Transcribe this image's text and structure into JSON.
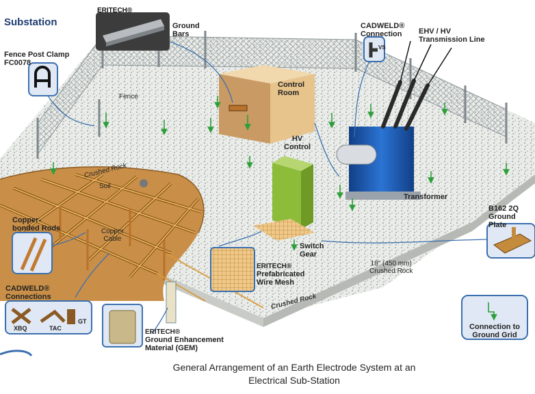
{
  "title": "Substation",
  "caption": {
    "line1": "General Arrangement of an Earth Electrode System at an",
    "line2": "Electrical  Sub-Station"
  },
  "labels": {
    "fence_post_clamp": "Fence Post Clamp",
    "fence_post_clamp_code": "FC0078",
    "eritech_bars": "ERITECH®",
    "ground_bars": "Ground",
    "ground_bars_2": "Bars",
    "fence": "Fence",
    "control_room": "Control",
    "control_room_2": "Room",
    "cadweld_conn": "CADWELD®",
    "cadweld_conn_2": "Connection",
    "cadweld_vs": "VS",
    "ehv_line": "EHV / HV",
    "ehv_line_2": "Transmission Line",
    "hv_control": "HV",
    "hv_control_2": "Control",
    "crushed_rock": "Crushed Rock",
    "soil": "Soil",
    "copper_rods": "Copper-",
    "copper_rods_2": "bonded Rods",
    "copper_cable": "Copper",
    "copper_cable_2": "Cable",
    "transformer": "Transformer",
    "b162": "B162 2Q",
    "ground_plate": "Ground Plate",
    "switch_gear": "Switch",
    "switch_gear_2": "Gear",
    "wire_mesh": "ERITECH®",
    "wire_mesh_2": "Prefabricated",
    "wire_mesh_3": "Wire Mesh",
    "rock_depth": "18\" (450 mm)",
    "rock_depth_2": "Crushed Rock",
    "cadweld_connections": "CADWELD®",
    "cadweld_connections_2": "Connections",
    "xbq": "XBQ",
    "tac": "TAC",
    "gt": "GT",
    "gem": "ERITECH®",
    "gem_2": "Ground Enhancement",
    "gem_3": "Material (GEM)",
    "crushed_rock_edge": "Crushed Rock",
    "connection_grid": "Connection to",
    "connection_grid_2": "Ground Grid"
  },
  "colors": {
    "title": "#1f3d73",
    "callout_border": "#3b6fae",
    "ground_wire": "#2e9e3a",
    "copper": "#d99a3a",
    "transformer": "#1a5bb5",
    "hv_panel": "#8dbb3a"
  }
}
